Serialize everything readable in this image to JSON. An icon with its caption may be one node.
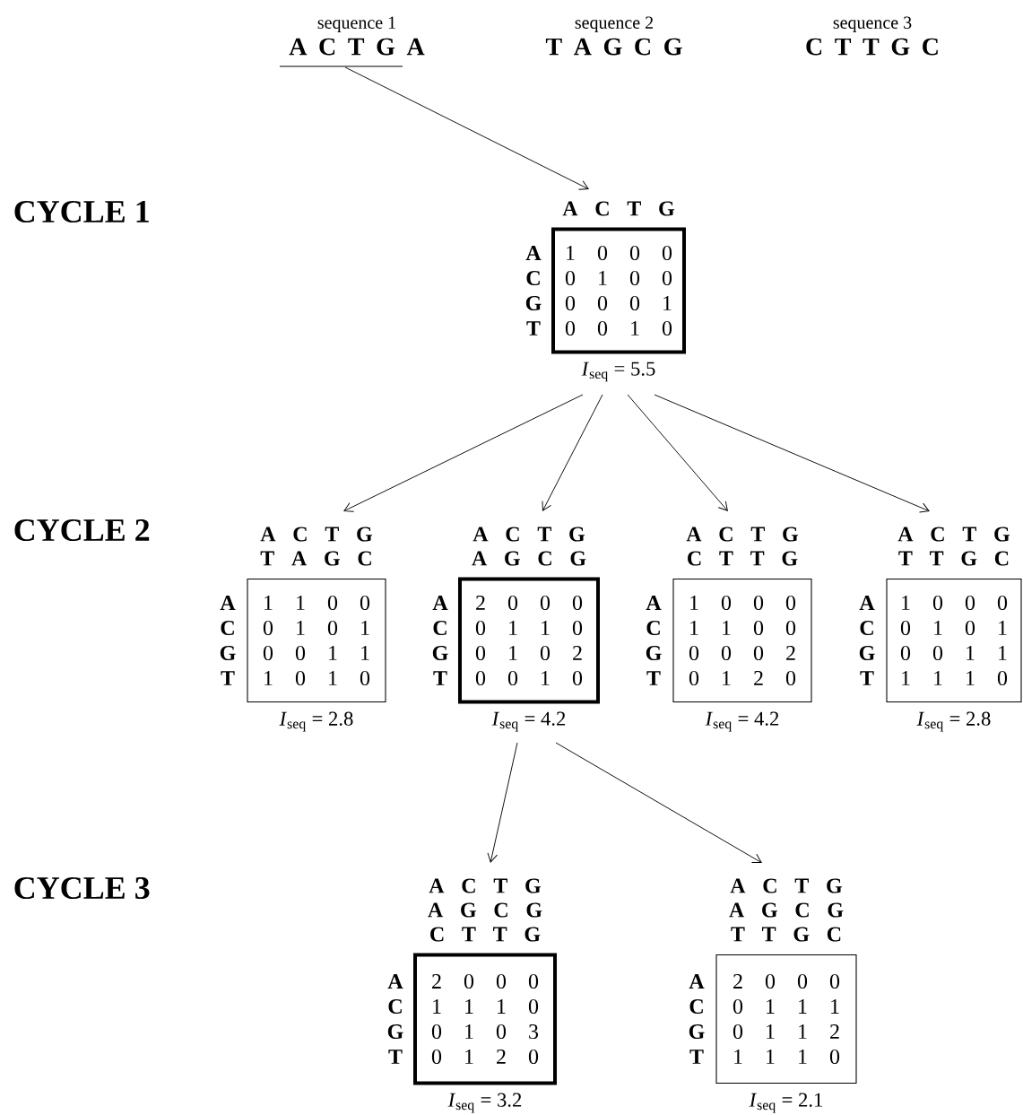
{
  "diagram": {
    "nodes": [
      {
        "text": [
          "sequence 1",
          "A C T G A"
        ]
      },
      {
        "text": [
          "sequence 2",
          "T A G C G"
        ]
      },
      {
        "text": [
          "sequence 3",
          "C T T G C"
        ]
      },
      {
        "text": [
          "1 0 0 0",
          "0 1 0 0",
          "0 0 0 1",
          "0 0 1 0"
        ],
        "beside": [
          "A C T G",
          "A",
          "C",
          "G",
          "T",
          "*I*$_{seq}$ = 5.5"
        ]
      },
      {
        "text": [
          "1 1 0 0",
          "0 1 0 1",
          "0 0 1 1",
          "1 0 1 0"
        ],
        "beside": [
          "A C T G",
          "T A G C",
          "A",
          "C",
          "G",
          "T",
          "*I*$_{seq}$ = 2.8"
        ]
      },
      {
        "text": [
          "2 0 0 0",
          "0 1 1 0",
          "0 1 0 2",
          "0 0 1 0"
        ],
        "beside": [
          "A C T G",
          "A G C G",
          "A",
          "C",
          "G",
          "T",
          "*I*$_{seq}$ = 4.2"
        ]
      },
      {
        "text": [
          "1 0 0 0",
          "1 1 0 0",
          "0 0 0 2",
          "0 1 2 0"
        ],
        "beside": [
          "A C T G",
          "C T T G",
          "A",
          "C",
          "G",
          "T",
          "*I*$_{seq}$ = 4.2"
        ]
      },
      {
        "text": [
          "1 0 0 0",
          "0 1 0 1",
          "0 0 1 1",
          "1 1 1 0"
        ],
        "beside": [
          "A C T G",
          "T T G C",
          "A",
          "C",
          "G",
          "T",
          "*I*$_{seq}$ = 2.8"
        ]
      },
      {
        "text": [
          "2 0 0 0",
          "1 1 1 0",
          "0 1 0 3",
          "0 1 2 0"
        ],
        "beside": [
          "A C T G",
          "A G C G",
          "C T T G",
          "A",
          "C",
          "G",
          "T",
          "*I*$_{seq}$ = 3.2"
        ]
      },
      {
        "text": [
          "2 0 0 0",
          "0 1 1 1",
          "0 1 1 2",
          "1 1 1 0"
        ],
        "beside": [
          "A C T G",
          "A G C G",
          "T T G C",
          "A",
          "C",
          "G",
          "T",
          "*I*$_{seq}$ = 2.1"
        ]
      }
    ],
    "edges": [
      {
        "from": 0,
        "to": 3,
        "arrow": "to"
      },
      {
        "from": 3,
        "to": 4,
        "arrow": "to"
      },
      {
        "from": 3,
        "to": 5,
        "arrow": "to"
      },
      {
        "from": 3,
        "to": 6,
        "arrow": "to"
      },
      {
        "from": 3,
        "to": 7,
        "arrow": "to"
      },
      {
        "from": 5,
        "to": 8,
        "arrow": "to"
      },
      {
        "from": 5,
        "to": 9,
        "arrow": "to"
      }
    ],
    "labels": [
      "CYCLE 1",
      "CYCLE 2",
      "CYCLE 3"
    ]
  }
}
